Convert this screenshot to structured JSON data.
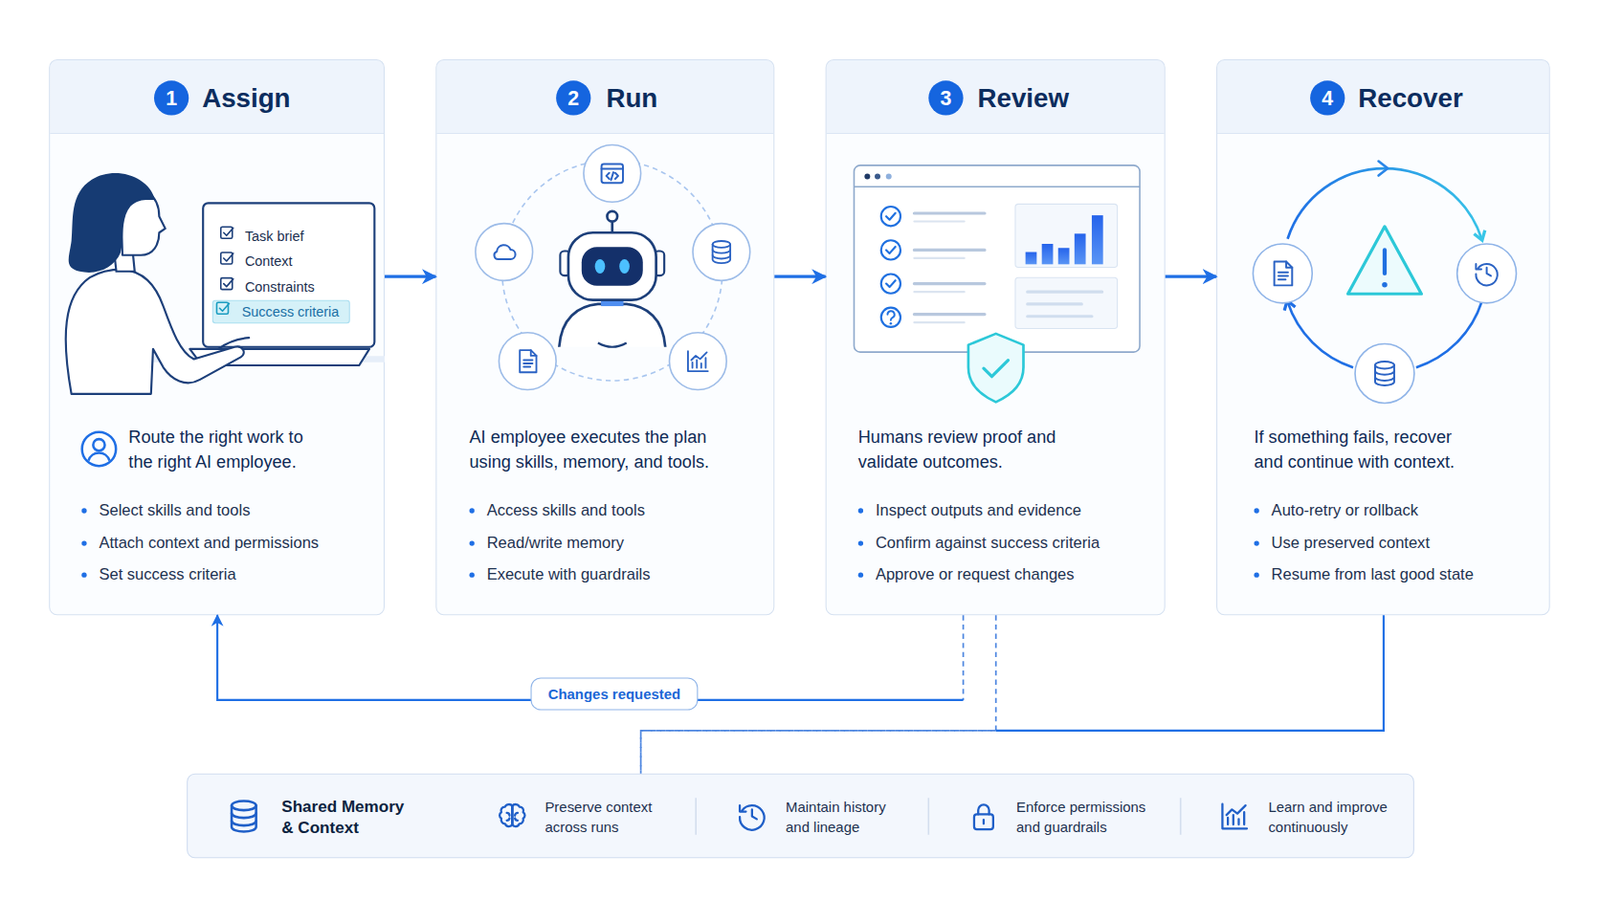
{
  "diagram": {
    "nodes": [
      {
        "text": [
          "Assign",
          "Route the right work to the right AI employee.",
          "Select skills and tools",
          "Attach context and permissions",
          "Set success criteria"
        ]
      },
      {
        "text": [
          "1"
        ],
        "in": 0
      },
      {
        "text": [
          "Task brief",
          "Context",
          "Constraints",
          "Success criteria"
        ],
        "in": 0
      },
      {
        "text": [
          "Run",
          "AI employee executes the plan using skills, memory, and tools.",
          "Access skills and tools",
          "Read/write memory",
          "Execute with guardrails"
        ]
      },
      {
        "text": [
          "2"
        ],
        "in": 3
      },
      {
        "text": [
          "Review",
          "Humans review proof and validate outcomes.",
          "Inspect outputs and evidence",
          "Confirm against success criteria",
          "Approve or request changes"
        ]
      },
      {
        "text": [
          "3"
        ],
        "in": 5
      },
      {
        "text": [
          "Recover",
          "If something fails, recover and continue with context.",
          "Auto-retry or rollback",
          "Use preserved context",
          "Resume from last good state"
        ]
      },
      {
        "text": [
          "4"
        ],
        "in": 7
      },
      {
        "text": [
          "Shared Memory & Context",
          "Preserve context across runs",
          "Maintain history and lineage",
          "Enforce permissions and guardrails",
          "Learn and improve continuously"
        ]
      }
    ],
    "edges": [
      {
        "from": 0,
        "to": 3,
        "arrow": "to"
      },
      {
        "from": 3,
        "to": 5,
        "arrow": "to"
      },
      {
        "from": 5,
        "to": 7,
        "arrow": "to"
      },
      {
        "from": 5,
        "to": 0,
        "label": "Changes requested",
        "arrow": "to"
      },
      {
        "from": 5,
        "to": 9,
        "arrow": "none"
      },
      {
        "from": 7,
        "to": 9,
        "arrow": "none"
      }
    ]
  }
}
